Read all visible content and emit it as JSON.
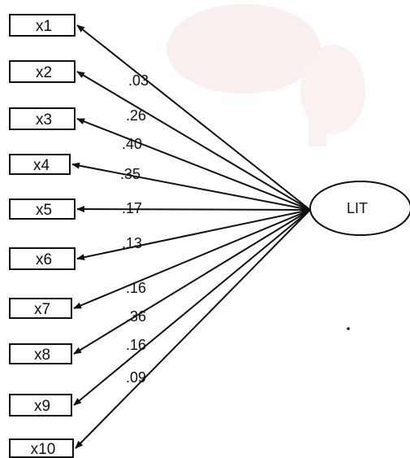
{
  "latent": {
    "label": "LIT"
  },
  "indicators": [
    {
      "label": "x1",
      "loading": ".03"
    },
    {
      "label": "x2",
      "loading": ".26"
    },
    {
      "label": "x3",
      "loading": ".40"
    },
    {
      "label": "x4",
      "loading": ".35"
    },
    {
      "label": "x5",
      "loading": ".17"
    },
    {
      "label": "x6",
      "loading": ".13"
    },
    {
      "label": "x7",
      "loading": ".16"
    },
    {
      "label": "x8",
      "loading": ".36"
    },
    {
      "label": "x9",
      "loading": ".16"
    },
    {
      "label": "x10",
      "loading": ".09"
    }
  ],
  "colors": {
    "ink": "#111111",
    "background": "#ffffff",
    "watermark": "#f3dada"
  }
}
